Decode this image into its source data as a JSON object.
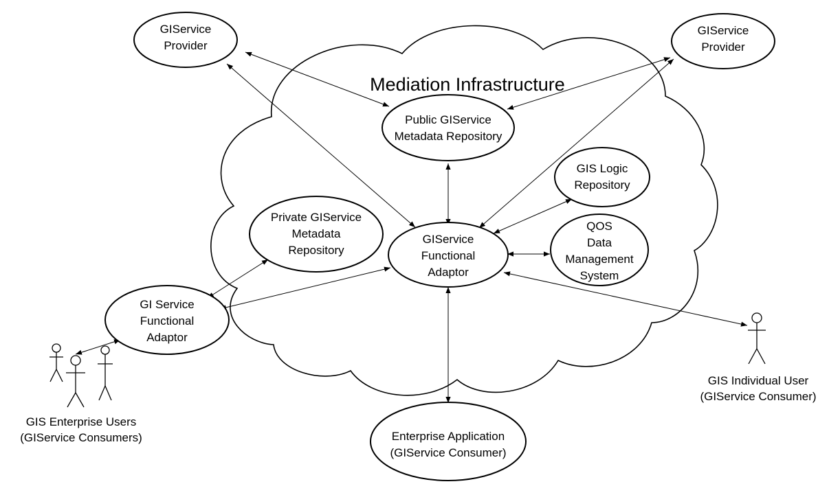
{
  "title": "Mediation Infrastructure",
  "nodes": {
    "provider_left": [
      "GIService",
      "Provider"
    ],
    "provider_right": [
      "GIService",
      "Provider"
    ],
    "public_repo": [
      "Public GIService",
      "Metadata Repository"
    ],
    "logic_repo": [
      "GIS Logic",
      "Repository"
    ],
    "private_repo": [
      "Private GIService",
      "Metadata",
      "Repository"
    ],
    "functional_adaptor": [
      "GIService",
      "Functional",
      "Adaptor"
    ],
    "qos": [
      "QOS",
      "Data",
      "Management",
      "System"
    ],
    "gi_adaptor": [
      "GI Service",
      "Functional",
      "Adaptor"
    ],
    "enterprise_app": [
      "Enterprise Application",
      "(GIService Consumer)"
    ]
  },
  "actors": {
    "enterprise_users": [
      "GIS Enterprise Users",
      "(GIService Consumers)"
    ],
    "individual_user": [
      "GIS Individual User",
      "(GIService Consumer)"
    ]
  },
  "colors": {
    "stroke": "#000000",
    "fill": "#ffffff"
  }
}
